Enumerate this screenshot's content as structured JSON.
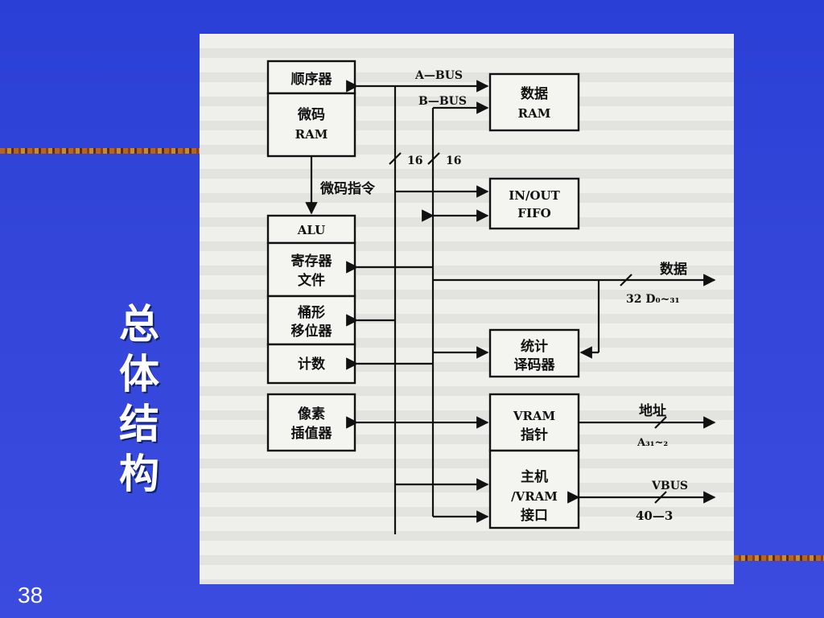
{
  "slide": {
    "title_chars": [
      "总",
      "体",
      "结",
      "构"
    ],
    "page_number": "38"
  },
  "diagram": {
    "sequencer": "顺序器",
    "microcode_ram": [
      "微码",
      "RAM"
    ],
    "microcode_instr": "微码指令",
    "alu": "ALU",
    "register_file": [
      "寄存器",
      "文件"
    ],
    "barrel_shifter": [
      "桶形",
      "移位器"
    ],
    "counter": "计数",
    "pixel_interp": [
      "像素",
      "插值器"
    ],
    "a_bus": "A—BUS",
    "b_bus": "B—BUS",
    "width_16a": "16",
    "width_16b": "16",
    "data_ram": [
      "数据",
      "RAM"
    ],
    "io_fifo": [
      "IN/OUT",
      "FIFO"
    ],
    "stat_decoder": [
      "统计",
      "译码器"
    ],
    "vram_pointer": [
      "VRAM",
      "指针"
    ],
    "host_vram": [
      "主机",
      "/VRAM",
      "接口"
    ],
    "data_out": "数据",
    "data_bits": "32 D₀~₃₁",
    "address_out": "地址",
    "address_bits": "A₃₁~₂",
    "vbus": "VBUS",
    "vbus_bits": "40—3"
  }
}
